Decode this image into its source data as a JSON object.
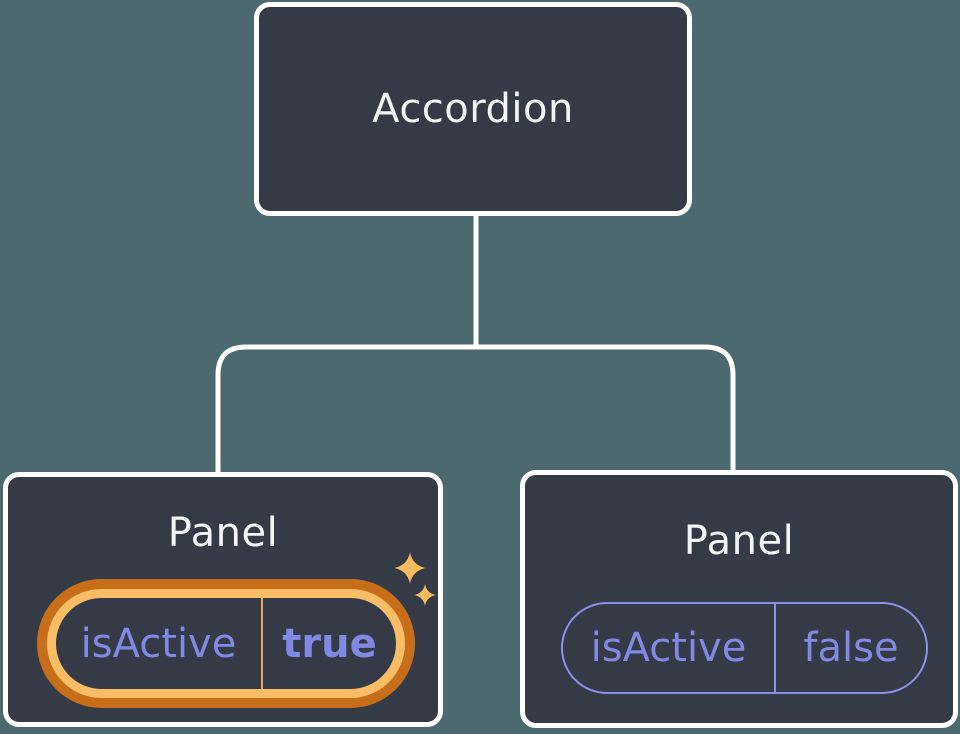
{
  "tree": {
    "root": {
      "label": "Accordion"
    },
    "panels": [
      {
        "label": "Panel",
        "prop_name": "isActive",
        "prop_value": "true",
        "state": "active",
        "highlighted": true
      },
      {
        "label": "Panel",
        "prop_name": "isActive",
        "prop_value": "false",
        "state": "inactive",
        "highlighted": false
      }
    ]
  },
  "colors": {
    "background": "#4d6970",
    "node_background": "#343a46",
    "node_border": "#ffffff",
    "connector": "#ffffff",
    "label_text": "#f2f4f6",
    "prop_text_purple": "#8289e4",
    "pill_border_purple": "#8a92e8",
    "highlight_ring_outer": "#c76e1b",
    "highlight_ring_gold": "#f9bd66",
    "highlight_divider": "#e2ac5e",
    "sparkle_gold": "#f8ba5f"
  }
}
